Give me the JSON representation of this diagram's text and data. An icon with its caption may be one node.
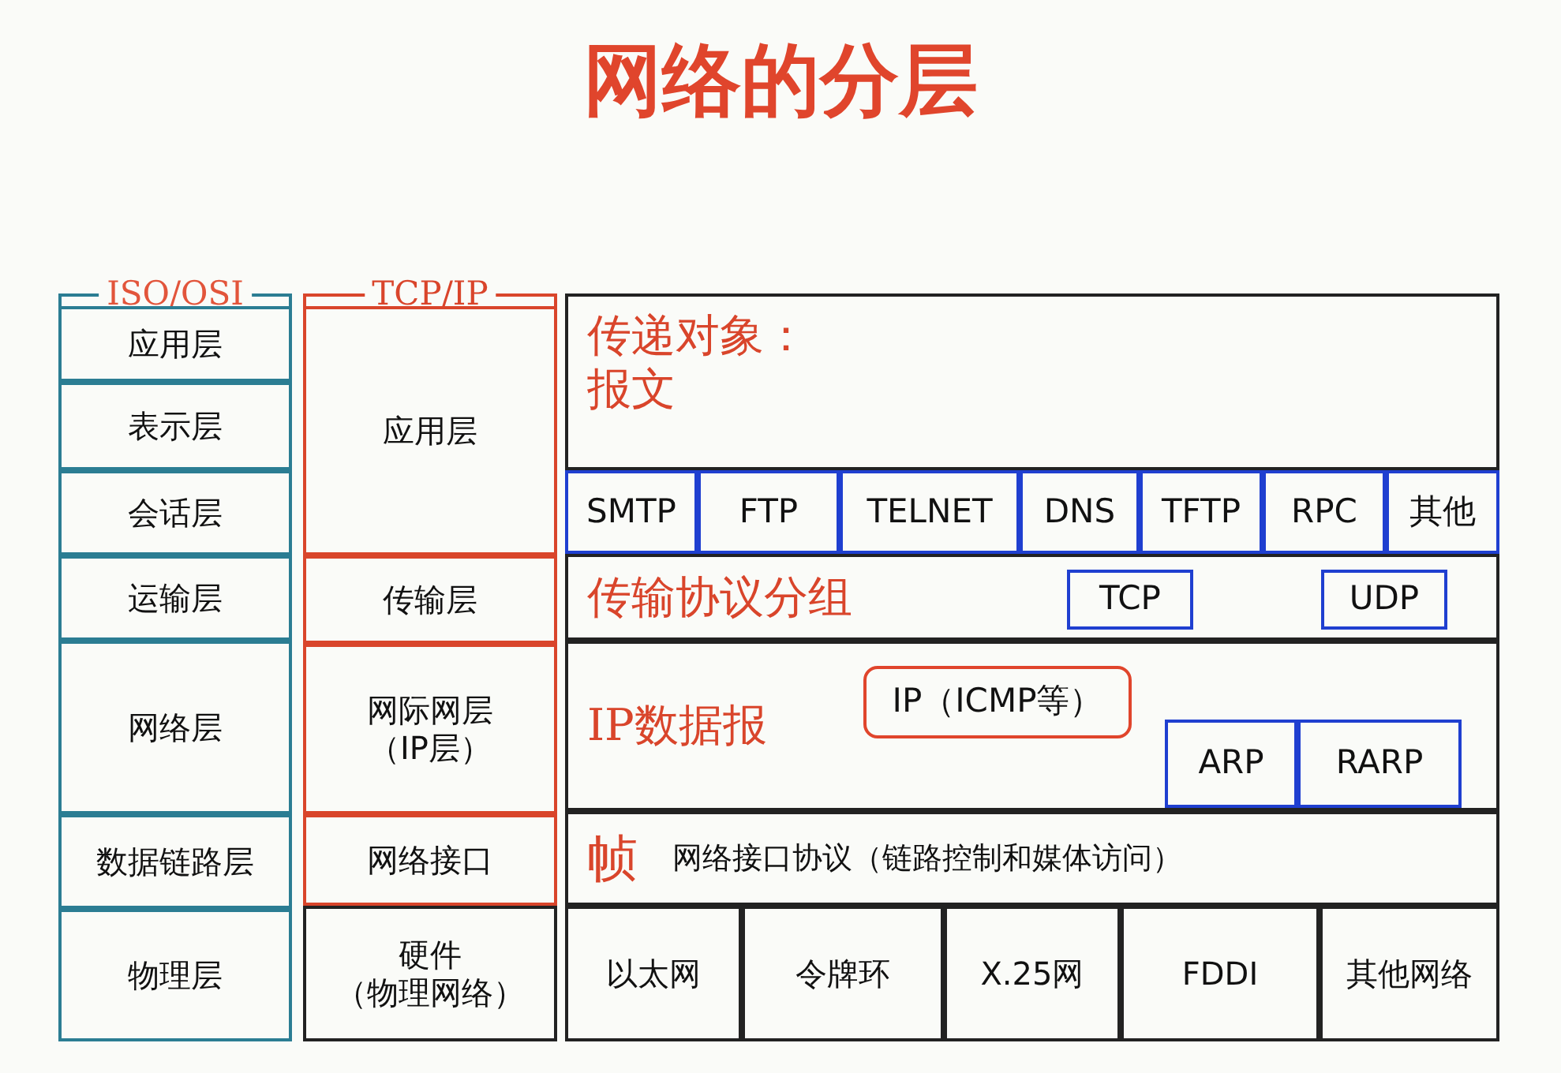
{
  "diagram": {
    "title": "网络的分层",
    "nodes": [
      {
        "text": [
          "ISO/OSI"
        ]
      },
      {
        "text": [
          "应用层"
        ],
        "in": 0
      },
      {
        "text": [
          "表示层"
        ],
        "in": 0
      },
      {
        "text": [
          "会话层"
        ],
        "in": 0
      },
      {
        "text": [
          "运输层"
        ],
        "in": 0
      },
      {
        "text": [
          "网络层"
        ],
        "in": 0
      },
      {
        "text": [
          "数据链路层"
        ],
        "in": 0
      },
      {
        "text": [
          "物理层"
        ],
        "in": 0
      },
      {
        "text": [
          "TCP/IP"
        ]
      },
      {
        "text": [
          "应用层"
        ],
        "in": 8
      },
      {
        "text": [
          "传输层"
        ],
        "in": 8
      },
      {
        "text": [
          "网际网层（IP层）"
        ],
        "in": 8
      },
      {
        "text": [
          "网络接口"
        ],
        "in": 8
      },
      {
        "text": [
          "硬件（物理网络）"
        ],
        "in": 8
      },
      {
        "text": [
          "传递对象：报文"
        ]
      },
      {
        "text": [
          "SMTP"
        ]
      },
      {
        "text": [
          "FTP"
        ]
      },
      {
        "text": [
          "TELNET"
        ]
      },
      {
        "text": [
          "DNS"
        ]
      },
      {
        "text": [
          "TFTP"
        ]
      },
      {
        "text": [
          "RPC"
        ]
      },
      {
        "text": [
          "其他"
        ]
      },
      {
        "text": [
          "传输协议分组"
        ]
      },
      {
        "text": [
          "TCP"
        ],
        "in": 22
      },
      {
        "text": [
          "UDP"
        ],
        "in": 22
      },
      {
        "text": [
          "IP数据报"
        ]
      },
      {
        "text": [
          "IP（ICMP等）"
        ],
        "in": 25
      },
      {
        "text": [
          "ARP"
        ],
        "in": 25
      },
      {
        "text": [
          "RARP"
        ],
        "in": 25
      },
      {
        "text": [
          "帧",
          "网络接口协议（链路控制和媒体访问）"
        ]
      },
      {
        "text": [
          "以太网"
        ]
      },
      {
        "text": [
          "令牌环"
        ]
      },
      {
        "text": [
          "X.25网"
        ]
      },
      {
        "text": [
          "FDDI"
        ]
      },
      {
        "text": [
          "其他网络"
        ]
      }
    ]
  }
}
